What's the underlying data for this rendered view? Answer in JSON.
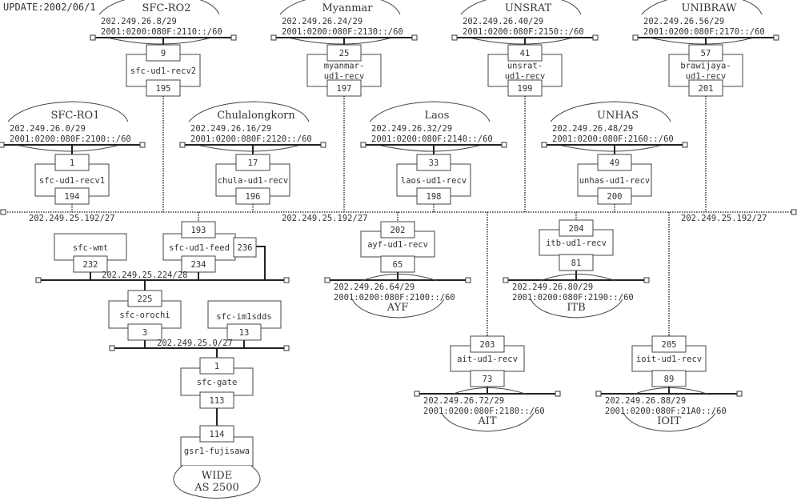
{
  "update_label": "UPDATE:2002/06/1",
  "backbone": {
    "label": "202.249.25.192/27",
    "label_positions": [
      "left",
      "center",
      "right"
    ]
  },
  "top_sites": [
    {
      "site": "SFC-RO2",
      "ipv4": "202.249.26.8/29",
      "ipv6": "2001:0200:080F:2110::/60",
      "router": "sfc-ud1-recv2",
      "upper_if": "9",
      "lower_if": "195"
    },
    {
      "site": "Myanmar",
      "ipv4": "202.249.26.24/29",
      "ipv6": "2001:0200:080F:2130::/60",
      "router": "myanmar-\nud1-recv",
      "upper_if": "25",
      "lower_if": "197"
    },
    {
      "site": "UNSRAT",
      "ipv4": "202.249.26.40/29",
      "ipv6": "2001:0200:080F:2150::/60",
      "router": "unsrat-\nud1-recv",
      "upper_if": "41",
      "lower_if": "199"
    },
    {
      "site": "UNIBRAW",
      "ipv4": "202.249.26.56/29",
      "ipv6": "2001:0200:080F:2170::/60",
      "router": "brawijaya-\nud1-recv",
      "upper_if": "57",
      "lower_if": "201"
    }
  ],
  "mid_sites": [
    {
      "site": "SFC-RO1",
      "ipv4": "202.249.26.0/29",
      "ipv6": "2001:0200:080F:2100::/60",
      "router": "sfc-ud1-recv1",
      "upper_if": "1",
      "lower_if": "194"
    },
    {
      "site": "Chulalongkorn",
      "ipv4": "202.249.26.16/29",
      "ipv6": "2001:0200:080F:2120::/60",
      "router": "chula-ud1-recv",
      "upper_if": "17",
      "lower_if": "196"
    },
    {
      "site": "Laos",
      "ipv4": "202.249.26.32/29",
      "ipv6": "2001:0200:080F:2140::/60",
      "router": "laos-ud1-recv",
      "upper_if": "33",
      "lower_if": "198"
    },
    {
      "site": "UNHAS",
      "ipv4": "202.249.26.48/29",
      "ipv6": "2001:0200:080F:2160::/60",
      "router": "unhas-ud1-recv",
      "upper_if": "49",
      "lower_if": "200"
    }
  ],
  "lower_sites": [
    {
      "site": "AYF",
      "ipv4": "202.249.26.64/29",
      "ipv6": "2001:0200:080F:2100::/60",
      "router": "ayf-ud1-recv",
      "upper_if": "202",
      "lower_if": "65"
    },
    {
      "site": "ITB",
      "ipv4": "202.249.26.80/29",
      "ipv6": "2001:0200:080F:2190::/60",
      "router": "itb-ud1-recv",
      "upper_if": "204",
      "lower_if": "81"
    },
    {
      "site": "AIT",
      "ipv4": "202.249.26.72/29",
      "ipv6": "2001:0200:080F:2180::/60",
      "router": "ait-ud1-recv",
      "upper_if": "203",
      "lower_if": "73"
    },
    {
      "site": "IOIT",
      "ipv4": "202.249.26.88/29",
      "ipv6": "2001:0200:080F:21A0::/60",
      "router": "ioit-ud1-recv",
      "upper_if": "205",
      "lower_if": "89"
    }
  ],
  "sfc": {
    "wmt": {
      "router": "sfc-wmt",
      "if": "232"
    },
    "feed": {
      "router": "sfc-ud1-feed",
      "upper_if": "193",
      "lower_if": "234",
      "side_if": "236"
    },
    "net224": "202.249.25.224/28",
    "orochi": {
      "router": "sfc-orochi",
      "upper_if": "225",
      "lower_if": "3"
    },
    "imlsdds": {
      "router": "sfc-im1sdds",
      "if": "13"
    },
    "net0": "202.249.25.0/27",
    "gate": {
      "router": "sfc-gate",
      "upper_if": "1",
      "lower_if": "113"
    },
    "gsr": {
      "router": "gsr1-fujisawa",
      "if": "114"
    },
    "wide": {
      "line1": "WIDE",
      "line2": "AS 2500"
    }
  }
}
